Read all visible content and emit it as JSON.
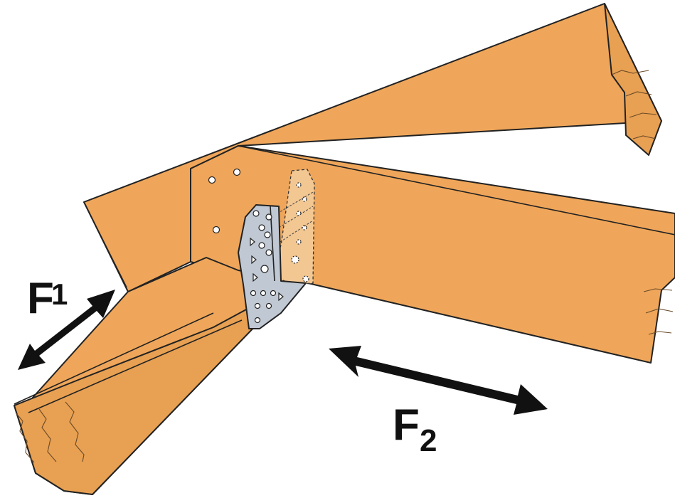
{
  "forces": {
    "f1": {
      "letter": "F",
      "subscript": "1"
    },
    "f2": {
      "letter": "F",
      "subscript": "2"
    }
  },
  "colors": {
    "wood": "#EFA65A",
    "plate": "#BFC8D3",
    "outline": "#222222",
    "arrow": "#111111"
  }
}
